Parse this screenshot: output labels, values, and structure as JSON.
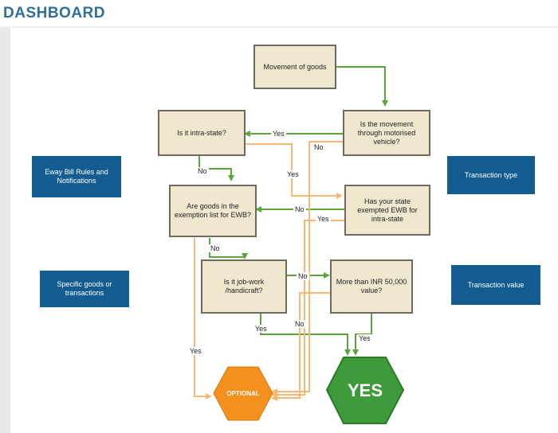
{
  "header": {
    "title": "DASHBOARD"
  },
  "flow": {
    "movement": "Movement of goods",
    "motorised": "Is the movement through motorised vehicle?",
    "intra_state": "Is it intra-state?",
    "state_exempted": "Has your state exempted EWB for intra-state",
    "exemption_list": "Are goods in the exemption list for EWB?",
    "job_work": "Is it job-work /handicraft?",
    "inr_value": "More than INR 50,000 value?",
    "optional": "OPTIONAL",
    "yes_result": "YES"
  },
  "labels": {
    "yes": "Yes",
    "no": "No"
  },
  "side": {
    "eway_rules": "Eway Bill Rules and Notifications",
    "transaction_type": "Transaction type",
    "specific_goods": "Specific goods or transactions",
    "transaction_value": "Transaction value"
  },
  "colors": {
    "green_line": "#5aa63a",
    "orange_line": "#f6b872",
    "box_fill": "#efe8cf",
    "blue_box": "#135c92",
    "optional_fill": "#f4901e",
    "yes_fill": "#3e9a3a"
  }
}
